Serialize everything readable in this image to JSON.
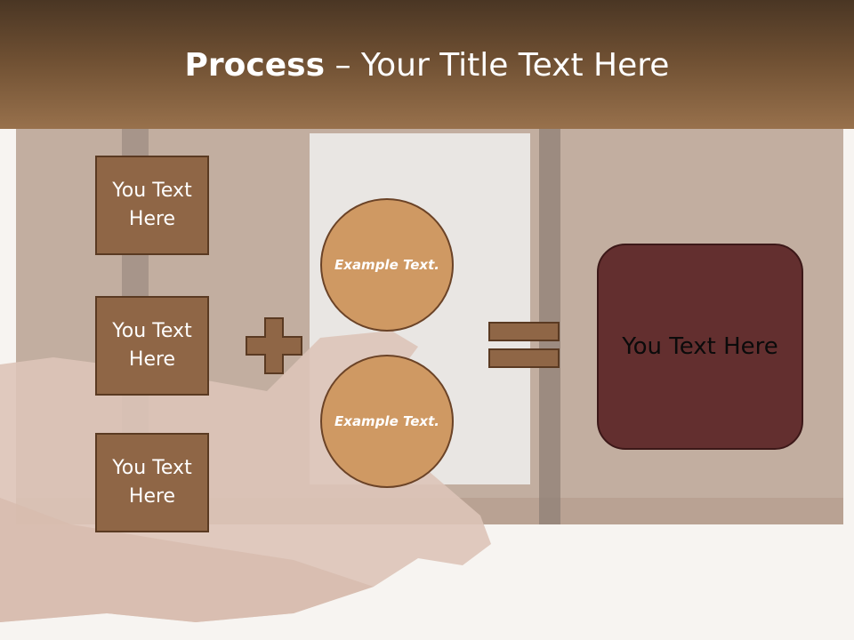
{
  "title": {
    "bold": "Process",
    "rest": " – Your Title Text Here"
  },
  "left_boxes": [
    {
      "label": "You Text Here"
    },
    {
      "label": "You Text Here"
    },
    {
      "label": "You Text Here"
    }
  ],
  "circles": [
    {
      "label": "Example Text."
    },
    {
      "label": "Example Text."
    }
  ],
  "result": {
    "label": "You Text Here"
  },
  "colors": {
    "title_bar": "#6e4f32",
    "left_box": "#8f6646",
    "circle": "#cf9963",
    "result_box": "#632f2f"
  },
  "icons": {
    "plus": "plus-icon",
    "equals": "equals-icon"
  }
}
